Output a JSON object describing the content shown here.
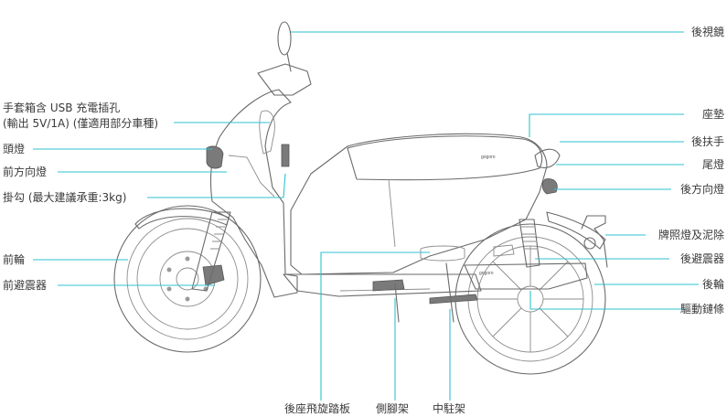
{
  "labels": {
    "left": {
      "usb_line1": "手套箱含 USB 充電插孔",
      "usb_line2": "(輸出 5V/1A) (僅適用部分車種)",
      "headlight": "頭燈",
      "front_turn": "前方向燈",
      "hook": "掛勾 (最大建議承重:3kg)",
      "front_wheel": "前輪",
      "front_shock": "前避震器"
    },
    "right": {
      "mirror": "後視鏡",
      "seat": "座墊",
      "grab_handle": "後扶手",
      "tail_light": "尾燈",
      "rear_turn": "後方向燈",
      "plate_light": "牌照燈及泥除",
      "rear_shock": "後避震器",
      "rear_wheel": "後輪",
      "drive_belt": "驅動鏈條"
    },
    "bottom": {
      "footrest": "後座飛旋踏板",
      "side_stand": "側腳架",
      "center_stand": "中駐架"
    }
  },
  "brand_marks": {
    "body": "gogoro"
  },
  "colors": {
    "leader": "#2fc2cf",
    "ink": "#6a6a6a",
    "text": "#3a3a3a"
  }
}
